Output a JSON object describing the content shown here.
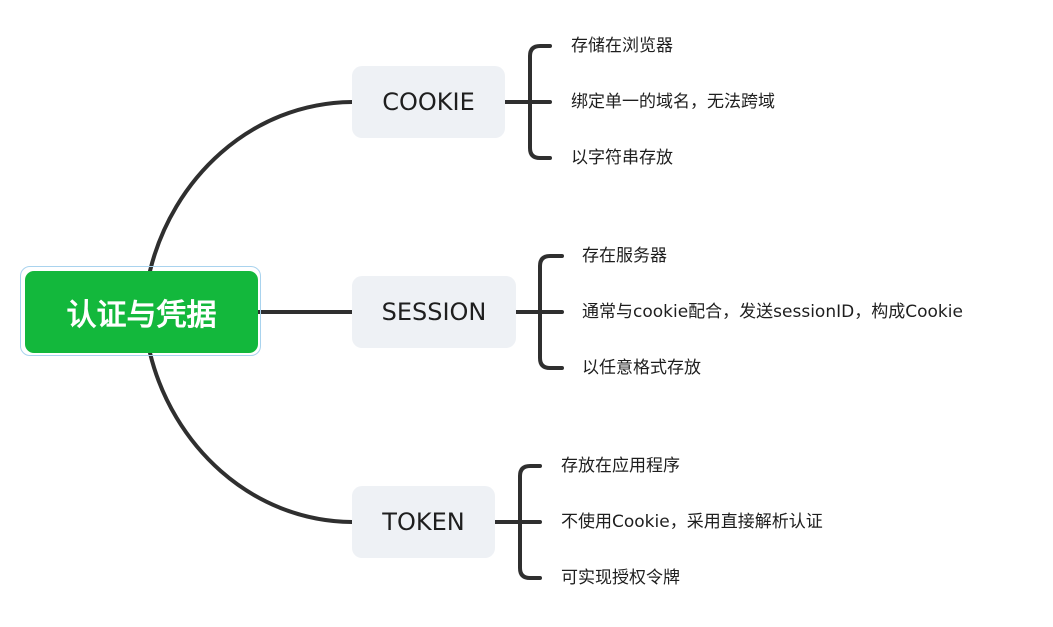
{
  "root": {
    "label": "认证与凭据"
  },
  "branches": [
    {
      "label": "COOKIE",
      "items": [
        "存储在浏览器",
        "绑定单一的域名，无法跨域",
        "以字符串存放"
      ]
    },
    {
      "label": "SESSION",
      "items": [
        "存在服务器",
        "通常与cookie配合，发送sessionID，构成Cookie",
        "以任意格式存放"
      ]
    },
    {
      "label": "TOKEN",
      "items": [
        "存放在应用程序",
        "不使用Cookie，采用直接解析认证",
        "可实现授权令牌"
      ]
    }
  ],
  "colors": {
    "root_fill": "#13b83c",
    "root_outline": "#a9d3ee",
    "topic_fill": "#eef1f5",
    "line": "#2f2f2f",
    "text": "#1e1e1e"
  }
}
